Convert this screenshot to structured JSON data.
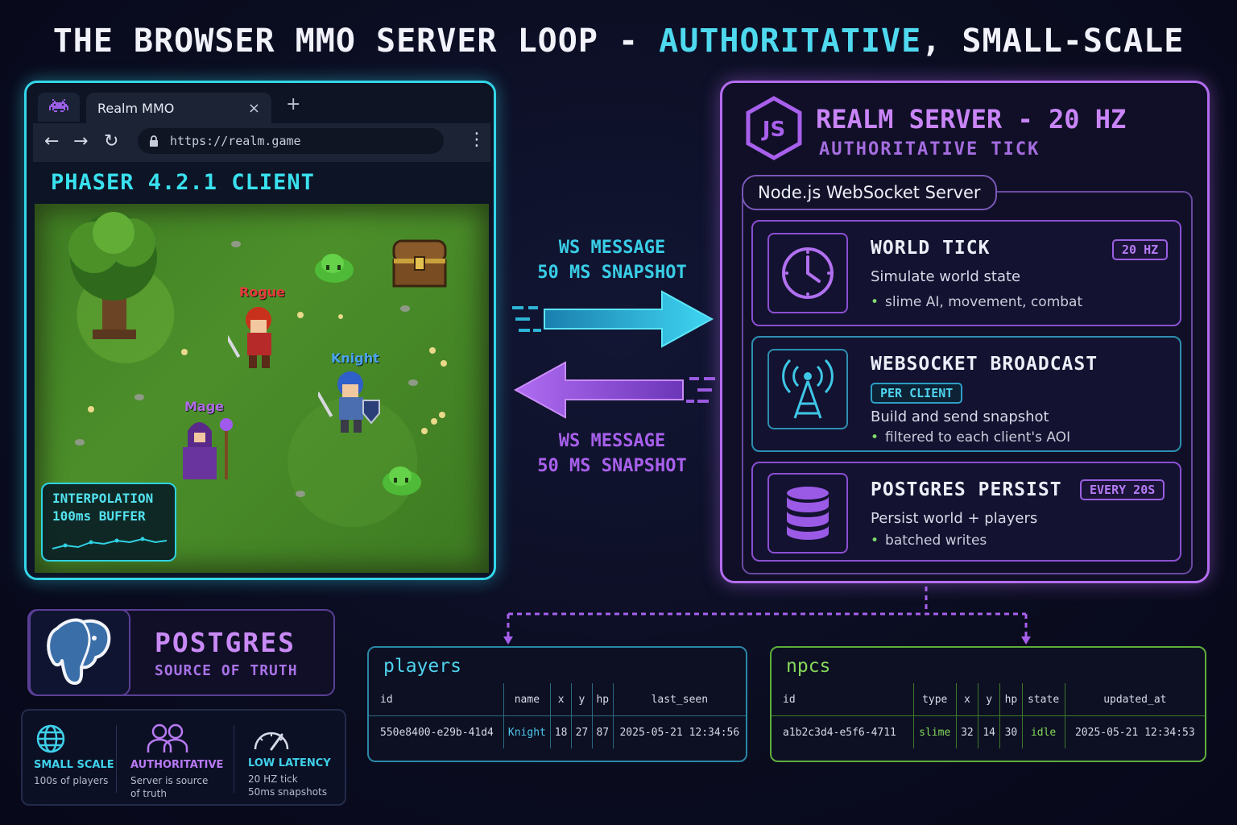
{
  "title": {
    "part1": "THE BROWSER MMO SERVER LOOP - ",
    "accent": "AUTHORITATIVE",
    "part2": ", SMALL-SCALE"
  },
  "browser": {
    "tab_title": "Realm MMO",
    "tab_close": "×",
    "new_tab": "+",
    "url": "https://realm.game",
    "client_title": "PHASER 4.2.1 CLIENT",
    "characters": {
      "rogue": "Rogue",
      "knight": "Knight",
      "mage": "Mage"
    },
    "interpolation": {
      "line1": "INTERPOLATION",
      "line2": "100ms BUFFER"
    }
  },
  "arrows": {
    "outgoing": {
      "line1": "WS MESSAGE",
      "line2": "50 MS SNAPSHOT",
      "color": "#39cde6"
    },
    "incoming": {
      "line1": "WS MESSAGE",
      "line2": "50 MS SNAPSHOT",
      "color": "#a860ec"
    }
  },
  "server": {
    "title": "REALM SERVER - 20 HZ",
    "subtitle": "AUTHORITATIVE TICK",
    "frame_label": "Node.js WebSocket Server",
    "steps": [
      {
        "title": "WORLD TICK",
        "tag": "20 HZ",
        "desc": "Simulate world state",
        "bullet": "slime AI, movement, combat",
        "icon": "clock-icon"
      },
      {
        "title": "WEBSOCKET BROADCAST",
        "tag": "PER CLIENT",
        "desc": "Build and send  snapshot",
        "bullet": "filtered to each client's AOI",
        "icon": "antenna-icon"
      },
      {
        "title": "POSTGRES PERSIST",
        "tag": "EVERY 20S",
        "desc": "Persist world + players",
        "bullet": "batched writes",
        "icon": "database-icon"
      }
    ]
  },
  "postgres": {
    "title": "POSTGRES",
    "subtitle": "SOURCE OF TRUTH"
  },
  "features": [
    {
      "title": "SMALL SCALE",
      "line1": "100s of players",
      "line2": "",
      "color": "#3fd0ea",
      "icon": "globe-icon"
    },
    {
      "title": "AUTHORITATIVE",
      "line1": "Server is source",
      "line2": "of truth",
      "color": "#b87af4",
      "icon": "users-icon"
    },
    {
      "title": "LOW LATENCY",
      "line1": "20 HZ tick",
      "line2": "50ms snapshots",
      "color": "#3fd0ea",
      "icon": "gauge-icon"
    }
  ],
  "players": {
    "name": "players",
    "columns": [
      "id",
      "name",
      "x",
      "y",
      "hp",
      "last_seen"
    ],
    "row": [
      "550e8400-e29b-41d4",
      "Knight",
      "18",
      "27",
      "87",
      "2025-05-21 12:34:56"
    ]
  },
  "npcs": {
    "name": "npcs",
    "columns": [
      "id",
      "type",
      "x",
      "y",
      "hp",
      "state",
      "updated_at"
    ],
    "row": [
      "a1b2c3d4-e5f6-4711",
      "slime",
      "32",
      "14",
      "30",
      "idle",
      "2025-05-21 12:34:53"
    ]
  }
}
